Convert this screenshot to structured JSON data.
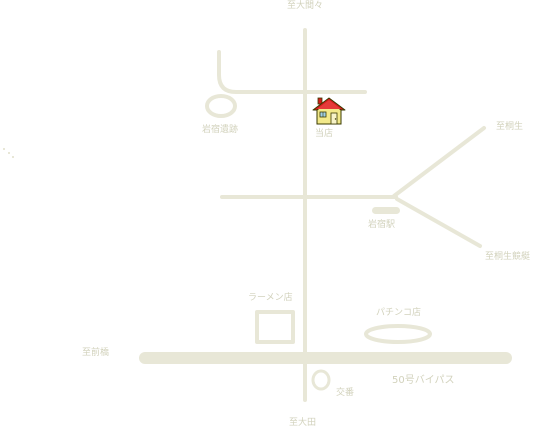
{
  "colors": {
    "road": "#e8e7d7",
    "label": "#d2d2bc",
    "house_wall": "#f2e98a",
    "house_roof": "#d11b1b",
    "house_outline": "#3a3a00",
    "background": "#ffffff"
  },
  "labels": {
    "to_ohmama": "至大間々",
    "iwajuku_ruins": "岩宿遺跡",
    "our_store": "当店",
    "to_kiryu": "至桐生",
    "iwajuku_station": "岩宿駅",
    "to_kiryu_suzurigaiso": "至桐生競艇",
    "ramen_shop": "ラーメン店",
    "pachinko_shop": "パチンコ店",
    "to_maebashi": "至前橋",
    "bypass": "50号バイパス",
    "police_box": "交番",
    "to_ota": "至大田"
  },
  "icons": {
    "store": "house-icon"
  }
}
